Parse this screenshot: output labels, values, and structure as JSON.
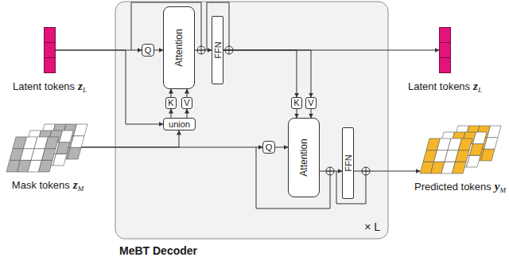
{
  "diagram": {
    "nodes": [
      {
        "text": [
          "Latent tokens",
          "z",
          "L"
        ]
      },
      {
        "text": [
          "Mask tokens",
          "z",
          "M"
        ]
      },
      {
        "text": [
          "MeBT Decoder",
          "× L"
        ]
      },
      {
        "text": [
          "Q"
        ],
        "in": 2
      },
      {
        "text": [
          "Attention"
        ],
        "in": 2
      },
      {
        "text": [
          "K"
        ],
        "in": 2
      },
      {
        "text": [
          "V"
        ],
        "in": 2
      },
      {
        "text": [
          "union"
        ],
        "in": 2
      },
      {
        "text": [
          "FFN"
        ],
        "in": 2
      },
      {
        "text": [
          "K"
        ],
        "in": 2
      },
      {
        "text": [
          "V"
        ],
        "in": 2
      },
      {
        "text": [
          "Q"
        ],
        "in": 2
      },
      {
        "text": [
          "Attention"
        ],
        "in": 2
      },
      {
        "text": [
          "FFN"
        ],
        "in": 2
      },
      {
        "text": [
          "Latent tokens",
          "z",
          "L"
        ]
      },
      {
        "text": [
          "Predicted tokens",
          "y",
          "M"
        ]
      }
    ],
    "edges": [
      {
        "from": 0,
        "to": 3,
        "arrow": "to"
      },
      {
        "from": 3,
        "to": 4,
        "arrow": "to"
      },
      {
        "from": 0,
        "to": 7,
        "arrow": "to"
      },
      {
        "from": 1,
        "to": 7,
        "arrow": "to"
      },
      {
        "from": 7,
        "to": 5,
        "arrow": "to"
      },
      {
        "from": 7,
        "to": 6,
        "arrow": "to"
      },
      {
        "from": 5,
        "to": 4,
        "arrow": "to"
      },
      {
        "from": 6,
        "to": 4,
        "arrow": "to"
      },
      {
        "from": 4,
        "to": 8,
        "arrow": "to"
      },
      {
        "from": 8,
        "to": 14,
        "arrow": "to"
      },
      {
        "from": 8,
        "to": 9,
        "arrow": "to"
      },
      {
        "from": 8,
        "to": 10,
        "arrow": "to"
      },
      {
        "from": 1,
        "to": 11,
        "arrow": "to"
      },
      {
        "from": 11,
        "to": 12,
        "arrow": "to"
      },
      {
        "from": 9,
        "to": 12,
        "arrow": "to"
      },
      {
        "from": 10,
        "to": 12,
        "arrow": "to"
      },
      {
        "from": 12,
        "to": 13,
        "arrow": "to"
      },
      {
        "from": 13,
        "to": 15,
        "arrow": "to"
      }
    ]
  }
}
